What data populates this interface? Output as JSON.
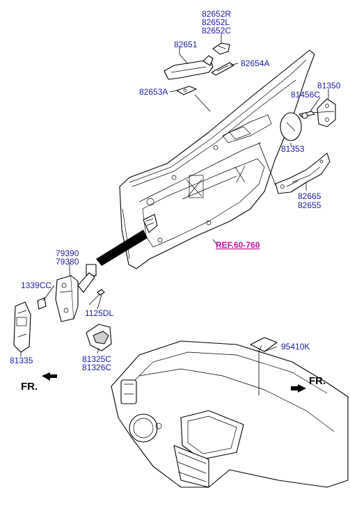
{
  "labels": {
    "p82652r": "82652R",
    "p82652l": "82652L",
    "p82652c": "82652C",
    "p82651": "82651",
    "p82654a": "82654A",
    "p82653a": "82653A",
    "p81350": "81350",
    "p81456c": "81456C",
    "p81353": "81353",
    "p82665": "82665",
    "p82655": "82655",
    "ref": "REF.60-760",
    "p79390": "79390",
    "p79380": "79380",
    "p1339cc": "1339CC",
    "p1125dl": "1125DL",
    "p81335": "81335",
    "p81325c": "81325C",
    "p81326c": "81326C",
    "p95410k": "95410K",
    "fr_left": "FR.",
    "fr_right": "FR."
  }
}
